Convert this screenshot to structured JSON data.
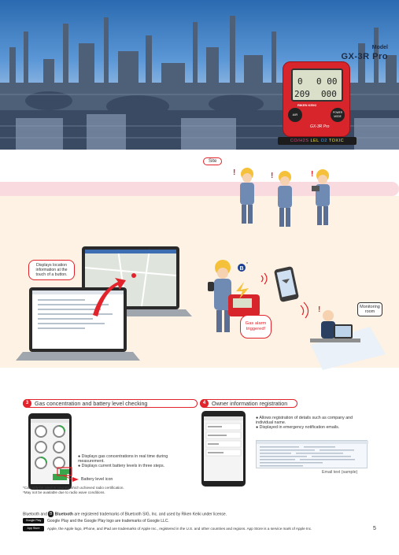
{
  "hero": {
    "model_label": "Model",
    "model_name": "GX-3R Pro",
    "device": {
      "brand": "RIKEN KEIKI",
      "model": "GX-3R Pro",
      "btn_left": "AIR",
      "btn_right": "POWER MODE",
      "screen_tl": "0",
      "screen_tr": "0 00",
      "screen_bl": "209",
      "screen_br": "000",
      "strip": [
        "CO/H2S",
        "LEL",
        "O2",
        "TOXIC"
      ]
    }
  },
  "middle": {
    "site_label": "Site",
    "location_callout": "Displays location information at the touch of a button.",
    "monitoring_label": "Monitoring room",
    "alarm_label": "Gas alarm triggered!",
    "bluetooth_footnote": "*"
  },
  "section3": {
    "number": "3",
    "title": "Gas concentration and battery level checking",
    "bullets": [
      "Displays gas concentrations in real time during measurement.",
      "Displays current battery levels in three steps."
    ],
    "battery_label": "Battery level icon"
  },
  "section4": {
    "number": "4",
    "title": "Owner information registration",
    "bullets": [
      "Allows registration of details such as company and individual name.",
      "Displayed in emergency notification emails."
    ],
    "email_caption": "Email text (sample)"
  },
  "notes": [
    "*Can only be used in country which achieved radio certification.",
    "*May not be available due to radio wave conditions."
  ],
  "footer": {
    "bluetooth_prefix": "Bluetooth and",
    "bluetooth_word": "Bluetooth",
    "bluetooth_suffix": "are registered trademarks of Bluetooth SIG, Inc. and used by Riken Keiki under license.",
    "google": "Google Play and the Google Play logo are trademarks of Google LLC.",
    "apple": "Apple, the Apple logo, iPhone, and iPad are trademarks of Apple Inc., registered in the U.S. and other countries and regions. App Store is a service mark of Apple Inc.",
    "google_badge": "Google Play",
    "apple_badge": "App Store",
    "page_number": "5"
  },
  "colors": {
    "accent": "#e2232b",
    "pink_band": "#f8dadf",
    "peach_area": "#fdf2e3"
  }
}
